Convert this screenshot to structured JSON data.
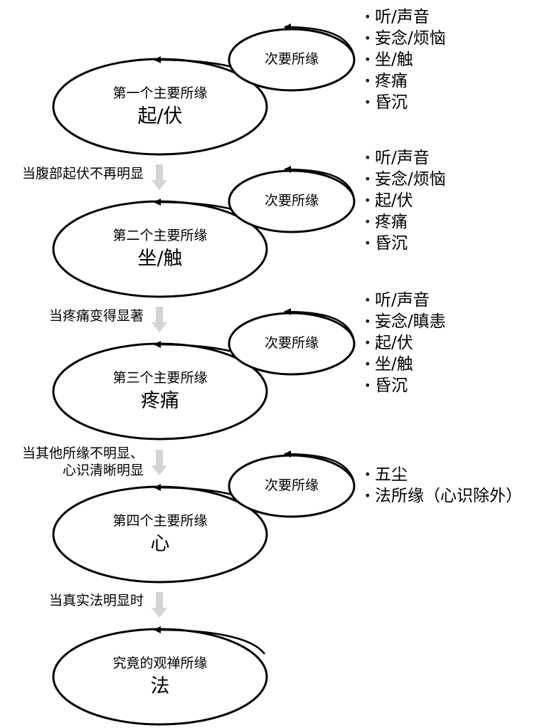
{
  "stages": [
    {
      "subtitle": "第一个主要所缘",
      "name": "起/伏",
      "secondary_label": "次要所缘",
      "items": [
        "听/声音",
        "妄念/烦恼",
        "坐/触",
        "疼痛",
        "昏沉"
      ]
    },
    {
      "subtitle": "第二个主要所缘",
      "name": "坐/触",
      "secondary_label": "次要所缘",
      "items": [
        "听/声音",
        "妄念/烦恼",
        "起/伏",
        "疼痛",
        "昏沉"
      ]
    },
    {
      "subtitle": "第三个主要所缘",
      "name": "疼痛",
      "secondary_label": "次要所缘",
      "items": [
        "听/声音",
        "妄念/瞋恚",
        "起/伏",
        "坐/触",
        "昏沉"
      ]
    },
    {
      "subtitle": "第四个主要所缘",
      "name": "心",
      "secondary_label": "次要所缘",
      "items": [
        "五尘",
        "法所缘（心识除外）"
      ]
    },
    {
      "subtitle": "究竟的观禅所缘",
      "name": "法"
    }
  ],
  "transitions": [
    {
      "lines": [
        "当腹部起伏不再明显"
      ]
    },
    {
      "lines": [
        "当疼痛变得显著"
      ]
    },
    {
      "lines": [
        "当其他所缘不明显、",
        "心识清晰明显"
      ]
    },
    {
      "lines": [
        "当真实法明显时"
      ]
    }
  ],
  "colors": {
    "stroke": "#000000",
    "flow_arrow": "#d4d4d4",
    "background": "#ffffff"
  }
}
